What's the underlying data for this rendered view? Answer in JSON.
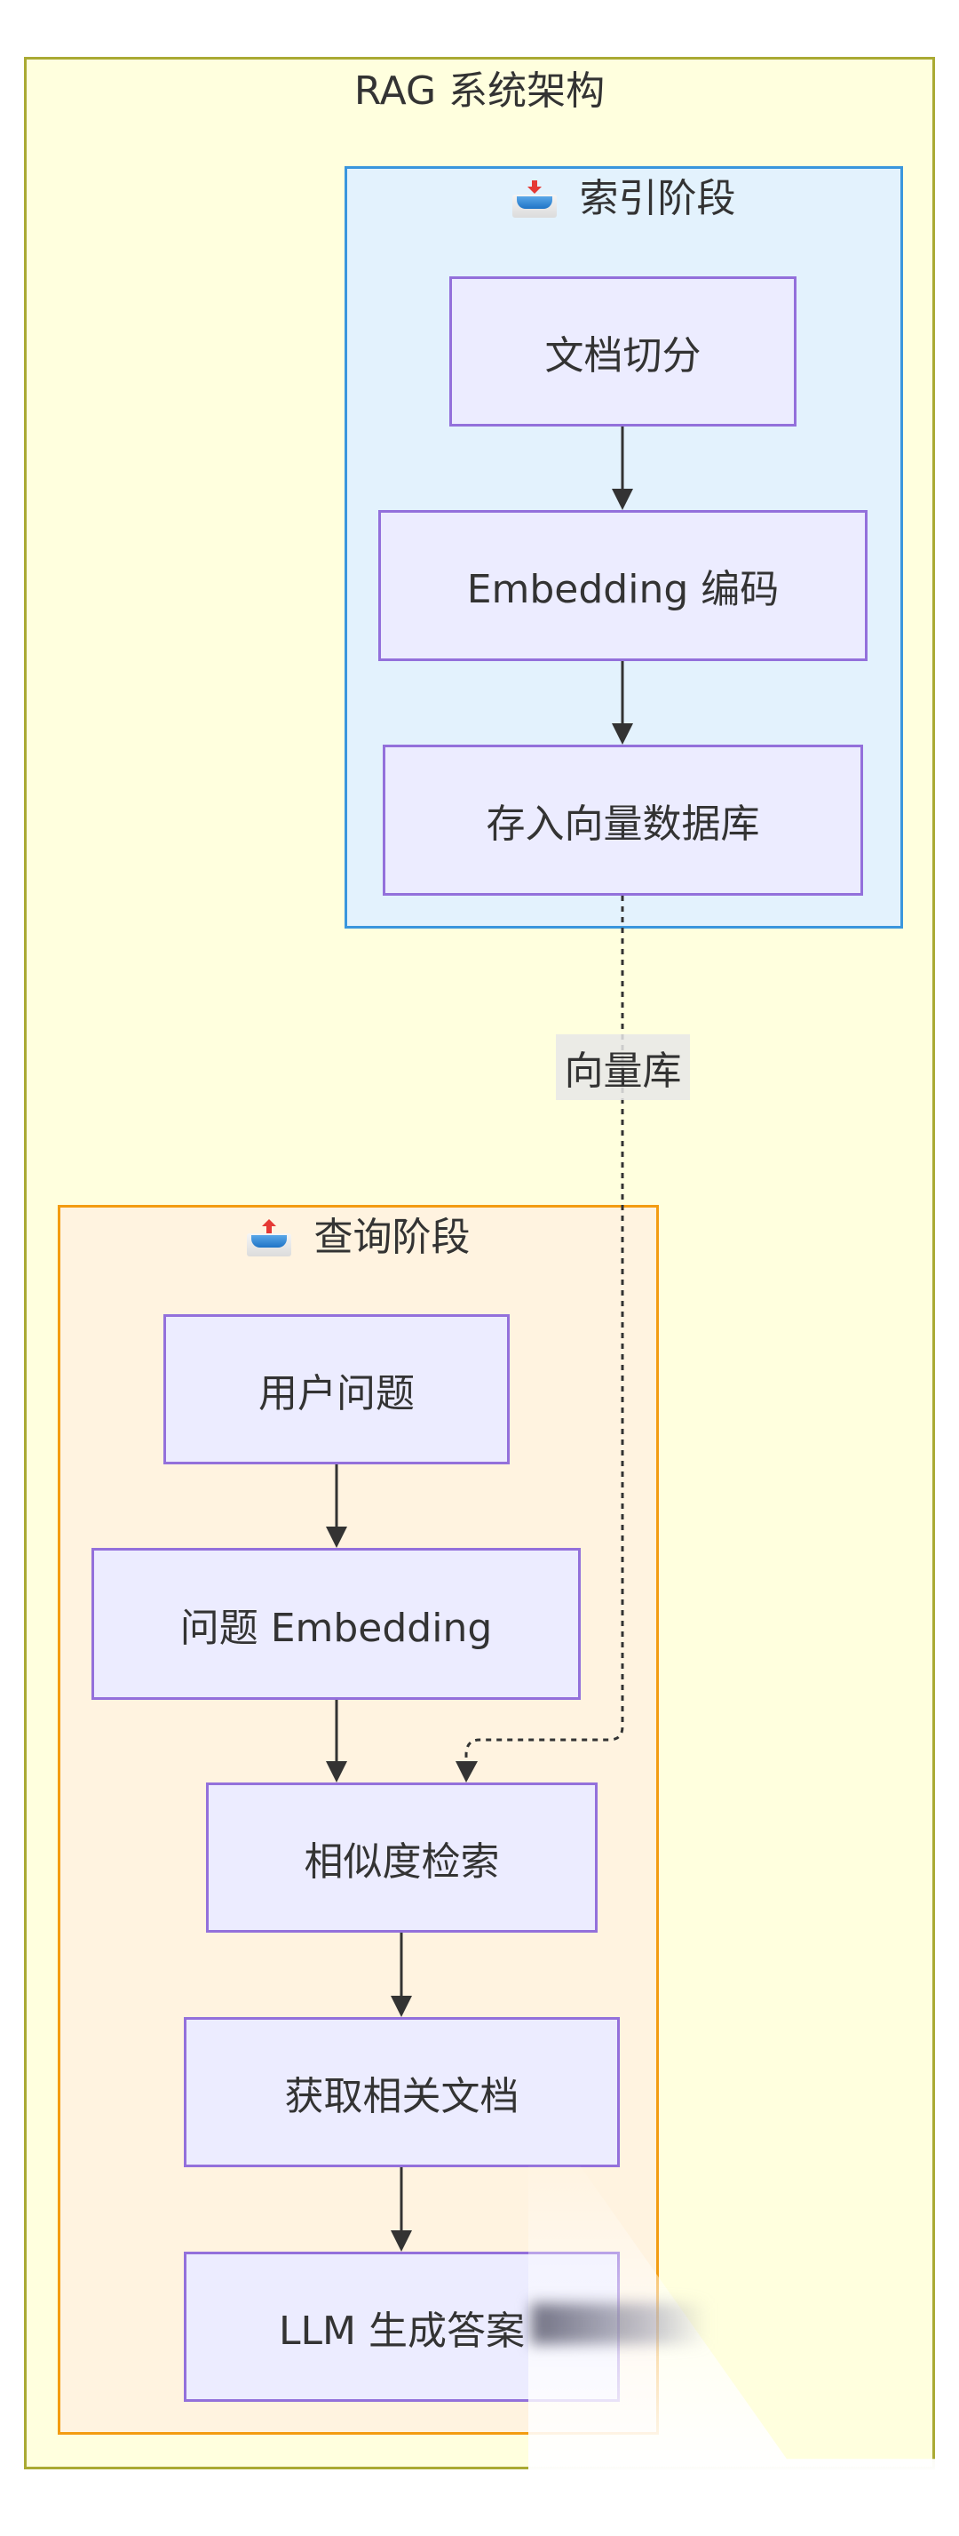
{
  "diagram": {
    "title": "RAG 系统架构",
    "colors": {
      "outer_fill": "#FFFFDE",
      "outer_border": "#AAAA33",
      "index_fill": "#E3F2FD",
      "index_border": "#3A96DD",
      "query_fill": "#FFF3E0",
      "query_border": "#F39C12",
      "node_fill": "#ECECFF",
      "node_border": "#9370DB",
      "edge": "#333333",
      "text": "#333333"
    },
    "clusters": {
      "index": {
        "icon": "inbox-tray-icon",
        "label": "索引阶段",
        "nodes": [
          "文档切分",
          "Embedding 编码",
          "存入向量数据库"
        ]
      },
      "query": {
        "icon": "outbox-tray-icon",
        "label": "查询阶段",
        "nodes": [
          "用户问题",
          "问题 Embedding",
          "相似度检索",
          "获取相关文档",
          "LLM 生成答案"
        ]
      }
    },
    "edges": [
      {
        "from": "文档切分",
        "to": "Embedding 编码",
        "style": "solid"
      },
      {
        "from": "Embedding 编码",
        "to": "存入向量数据库",
        "style": "solid"
      },
      {
        "from": "存入向量数据库",
        "to": "相似度检索",
        "style": "dotted",
        "label": "向量库"
      },
      {
        "from": "用户问题",
        "to": "问题 Embedding",
        "style": "solid"
      },
      {
        "from": "问题 Embedding",
        "to": "相似度检索",
        "style": "solid"
      },
      {
        "from": "相似度检索",
        "to": "获取相关文档",
        "style": "solid"
      },
      {
        "from": "获取相关文档",
        "to": "LLM 生成答案",
        "style": "solid"
      }
    ]
  }
}
